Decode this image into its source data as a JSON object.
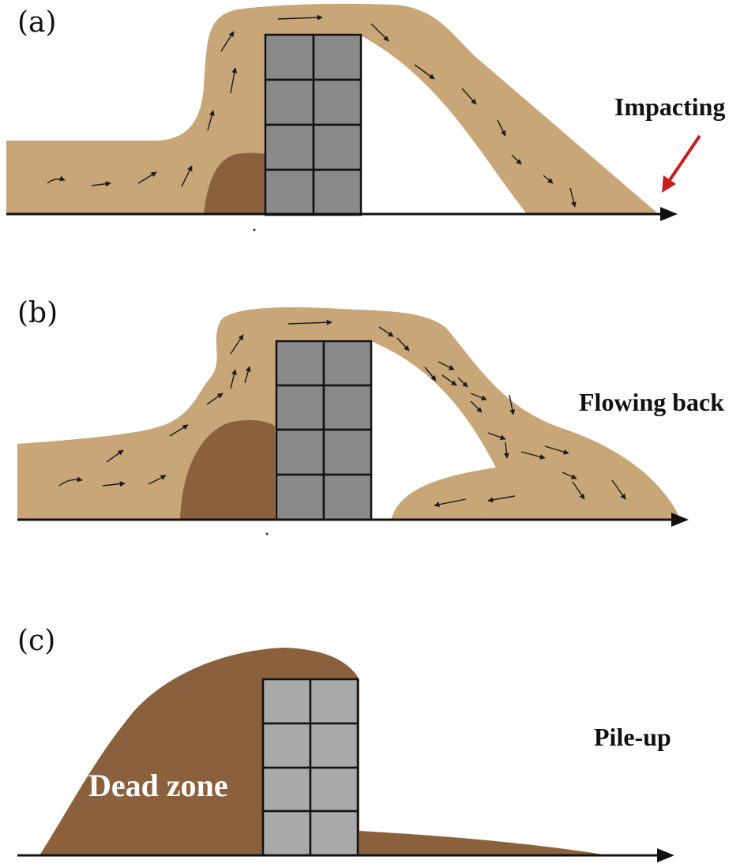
{
  "panels": [
    {
      "id": "a",
      "label": "(a)",
      "stage_label": "Impacting"
    },
    {
      "id": "b",
      "label": "(b)",
      "stage_label": "Flowing back"
    },
    {
      "id": "c",
      "label": "(c)",
      "stage_label": "Pile-up",
      "zone_label": "Dead zone"
    }
  ],
  "colors": {
    "flow_material": "#C8A678",
    "deposit_material": "#8A603D",
    "building_fill_ab": "#8A8A8A",
    "building_fill_c": "#A9A9A9",
    "impact_arrow": "#C81E1E",
    "ground_line": "#111111"
  },
  "icons": [
    "flow-direction-arrow",
    "impact-arrow",
    "ground-axis-arrow"
  ]
}
